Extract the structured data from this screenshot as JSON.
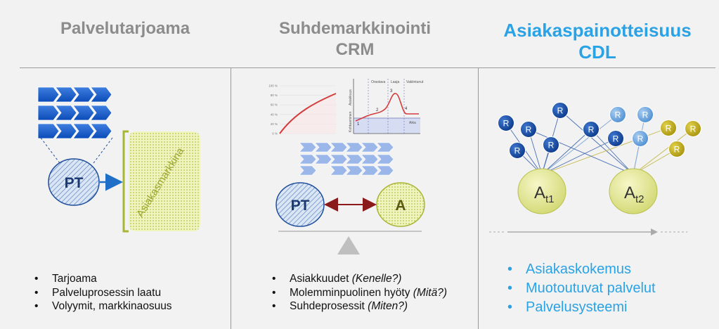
{
  "columns": [
    {
      "title_lines": [
        "Palvelutarjoama"
      ],
      "bullets": [
        "Tarjoama",
        "Palveluprosessin laatu",
        "Volyymit, markkinaosuus"
      ]
    },
    {
      "title_lines": [
        "Suhdemarkkinointi",
        "CRM"
      ],
      "bullets": [
        {
          "text": "Asiakkuudet ",
          "note": "(Kenelle?)"
        },
        {
          "text": "Molemminpuolinen hyöty ",
          "note": "(Mitä?)"
        },
        {
          "text": "Suhdeprosessit ",
          "note": "(Miten?)"
        }
      ]
    },
    {
      "title_lines": [
        "Asiakaspainotteisuus",
        "CDL"
      ],
      "bullets": [
        "Asiakaskokemus",
        "Muotoutuvat palvelut",
        "Palvelusysteemi"
      ]
    }
  ],
  "diagram1": {
    "circle_label": "PT",
    "market_label": "Asiakasmarkkina"
  },
  "diagram2": {
    "left_label": "PT",
    "right_label": "A",
    "mini_chart_phases": [
      "Orastava",
      "Laaja",
      "Vakiintunut"
    ],
    "mini_chart_points": [
      "1",
      "2",
      "3",
      "4"
    ],
    "mini_chart_ylabel": "Asiakkuus",
    "mini_chart_ylabel2": "Kohtaaminen",
    "mini_chart_xlabel": "Aika",
    "left_chart_ticks": [
      "100 %",
      "80 %",
      "60 %",
      "40 %",
      "20 %",
      "0 %"
    ]
  },
  "diagram3": {
    "node_label": "R",
    "group1": {
      "main": "A",
      "sub": "t1"
    },
    "group2": {
      "main": "A",
      "sub": "t2"
    }
  },
  "colors": {
    "blue_title": "#29a3e6",
    "gray_title": "#8c8c8c",
    "navy": "#1f4e9c",
    "olive": "#b5b83a",
    "red_arrow": "#8b1a1a"
  }
}
